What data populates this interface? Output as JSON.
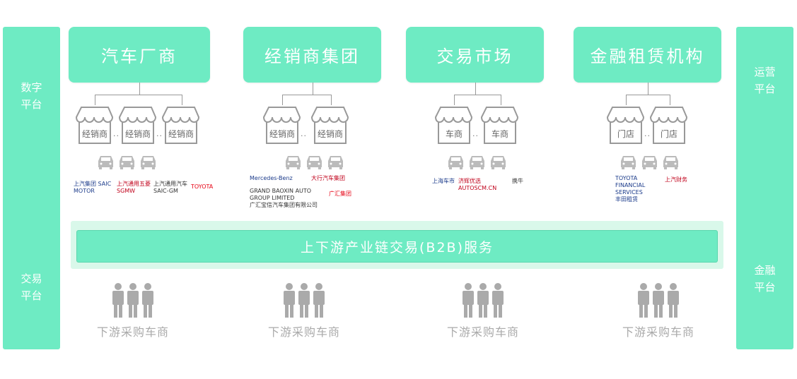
{
  "left_bar": {
    "top_label": "数字\n平台",
    "bottom_label": "交易\n平台"
  },
  "right_bar": {
    "top_label": "运营\n平台",
    "bottom_label": "金融\n平台"
  },
  "columns": [
    {
      "title": "汽车厂商",
      "store_label": "经销商",
      "store_count": 3,
      "logos": [
        "上汽集团 SAIC MOTOR",
        "上汽通用五菱 SGMW",
        "上汽通用汽车 SAIC-GM",
        "TOYOTA"
      ]
    },
    {
      "title": "经销商集团",
      "store_label": "经销商",
      "store_count": 2,
      "logos": [
        "Mercedes-Benz",
        "大行汽车集团",
        "GRAND BAOXIN AUTO GROUP LIMITED 广汇宝信汽车集团有限公司",
        "广汇集团"
      ]
    },
    {
      "title": "交易市场",
      "store_label": "车商",
      "store_count": 2,
      "logos": [
        "上海车市",
        "济辉优选 AUTOSCM.CN",
        "携牛"
      ]
    },
    {
      "title": "金融租赁机构",
      "store_label": "门店",
      "store_count": 2,
      "logos": [
        "TOYOTA FINANCIAL SERVICES 丰田租赁",
        "上汽财务"
      ]
    }
  ],
  "service_band": "上下游产业链交易(B2B)服务",
  "downstream": [
    "下游采购车商",
    "下游采购车商",
    "下游采购车商",
    "下游采购车商"
  ],
  "colors": {
    "accent": "#6eebc3",
    "band": "#d9f8ea",
    "icon_gray": "#999999"
  }
}
